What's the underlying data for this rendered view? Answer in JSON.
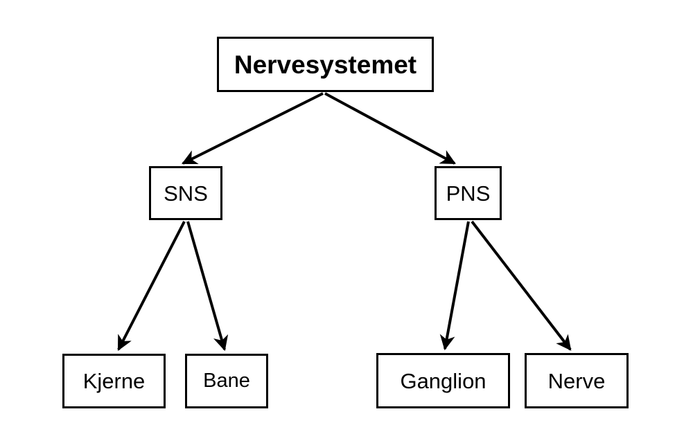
{
  "diagram": {
    "type": "tree",
    "title": "Nervesystemet",
    "background_color": "#ffffff",
    "line_color": "#000000",
    "box_border_color": "#000000",
    "text_color": "#000000",
    "nodes": {
      "root": {
        "label": "Nervesystemet"
      },
      "sns": {
        "label": "SNS"
      },
      "pns": {
        "label": "PNS"
      },
      "kjerne": {
        "label": "Kjerne"
      },
      "bane": {
        "label": "Bane"
      },
      "ganglion": {
        "label": "Ganglion"
      },
      "nerve": {
        "label": "Nerve"
      }
    },
    "edges": [
      {
        "from": "Nervesystemet",
        "to": "SNS"
      },
      {
        "from": "Nervesystemet",
        "to": "PNS"
      },
      {
        "from": "SNS",
        "to": "Kjerne"
      },
      {
        "from": "SNS",
        "to": "Bane"
      },
      {
        "from": "PNS",
        "to": "Ganglion"
      },
      {
        "from": "PNS",
        "to": "Nerve"
      }
    ]
  }
}
